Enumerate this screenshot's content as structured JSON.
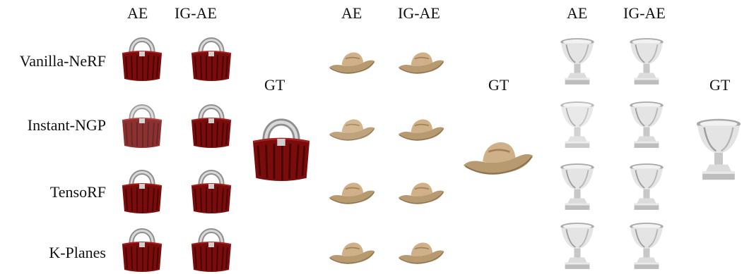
{
  "columns": {
    "ae": "AE",
    "ig_ae": "IG-AE",
    "gt": "GT"
  },
  "methods": [
    "Vanilla-NeRF",
    "Instant-NGP",
    "TensoRF",
    "K-Planes"
  ],
  "objects": [
    "bag",
    "hat",
    "urn"
  ],
  "colors": {
    "bag_red": "#7a0c0c",
    "bag_handle": "#b8b8b8",
    "hat_tan": "#c4a47c",
    "urn_silver": "#d8d8d8"
  }
}
